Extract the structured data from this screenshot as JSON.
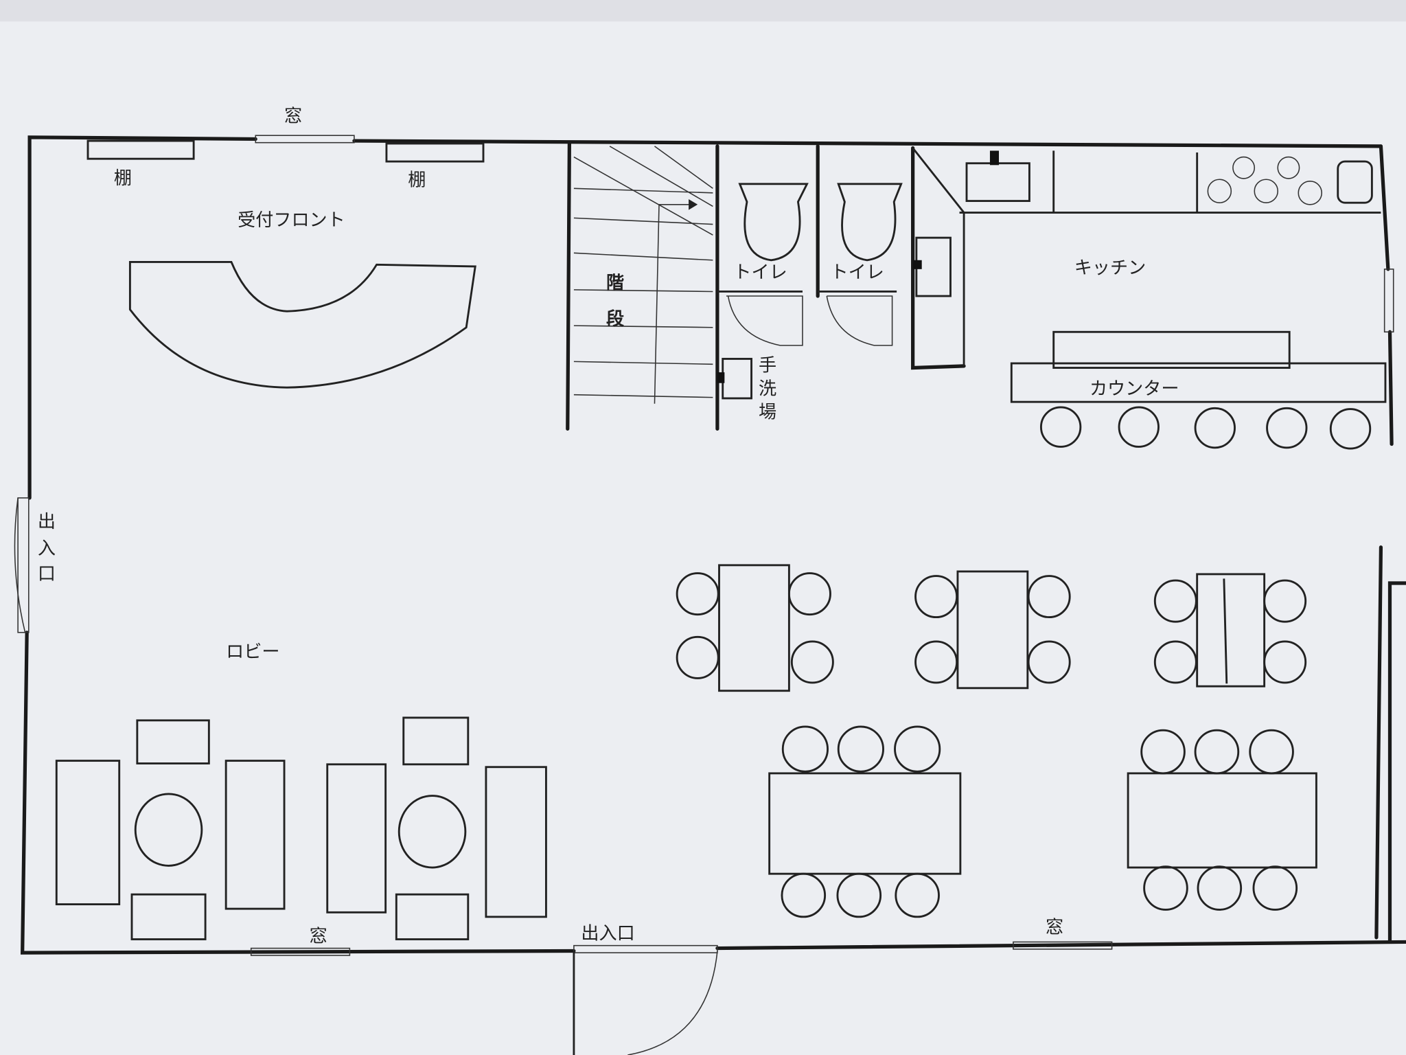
{
  "title": "Hand-drawn floor plan (cafe / reception)",
  "labels": {
    "window_top": "窓",
    "shelf_1": "棚",
    "shelf_2": "棚",
    "reception": "受付フロント",
    "stairs_1": "階",
    "stairs_2": "段",
    "toilet_1": "トイレ",
    "toilet_2": "トイレ",
    "washroom_1": "手",
    "washroom_2": "洗",
    "washroom_3": "場",
    "kitchen": "キッチン",
    "counter": "カウンター",
    "entrance_left_1": "出",
    "entrance_left_2": "入",
    "entrance_left_3": "口",
    "lobby": "ロビー",
    "window_bottom_left": "窓",
    "entrance_bottom": "出入口",
    "window_bottom_right": "窓"
  },
  "colors": {
    "paper": "#eef0f4",
    "ink": "#1a1a1a",
    "background": "#e6e7ec"
  }
}
